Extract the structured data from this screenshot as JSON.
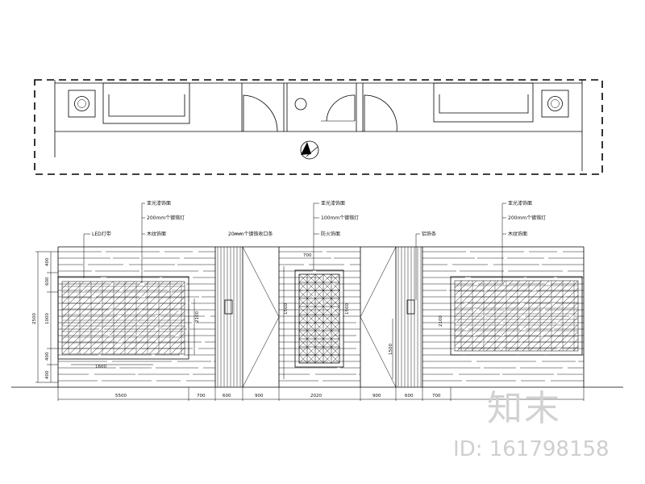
{
  "watermark": {
    "logo_text": "知末",
    "id_label": "ID: 161798158"
  },
  "callouts": {
    "left": [
      "亚光漆饰面",
      "200mm个镀铬灯",
      "木纹饰面"
    ],
    "center": [
      "亚光漆饰面",
      "100mm个镀铬灯",
      "防火饰面"
    ],
    "right": [
      "亚光漆饰面",
      "200mm个镀铬灯",
      "木纹饰面"
    ],
    "led": "LED灯带",
    "mid_left": "20mm个镀铬收口条",
    "mid_right": "铝饰条"
  },
  "dimensions": {
    "bottom": [
      "5500",
      "700",
      "600",
      "900",
      "2020",
      "900",
      "600",
      "700"
    ],
    "height_left": [
      "400",
      "600",
      "1000",
      "400",
      "400",
      "2500"
    ],
    "inner": [
      "2100",
      "1500",
      "1500",
      "2100",
      "1500",
      "1600",
      "700"
    ]
  }
}
